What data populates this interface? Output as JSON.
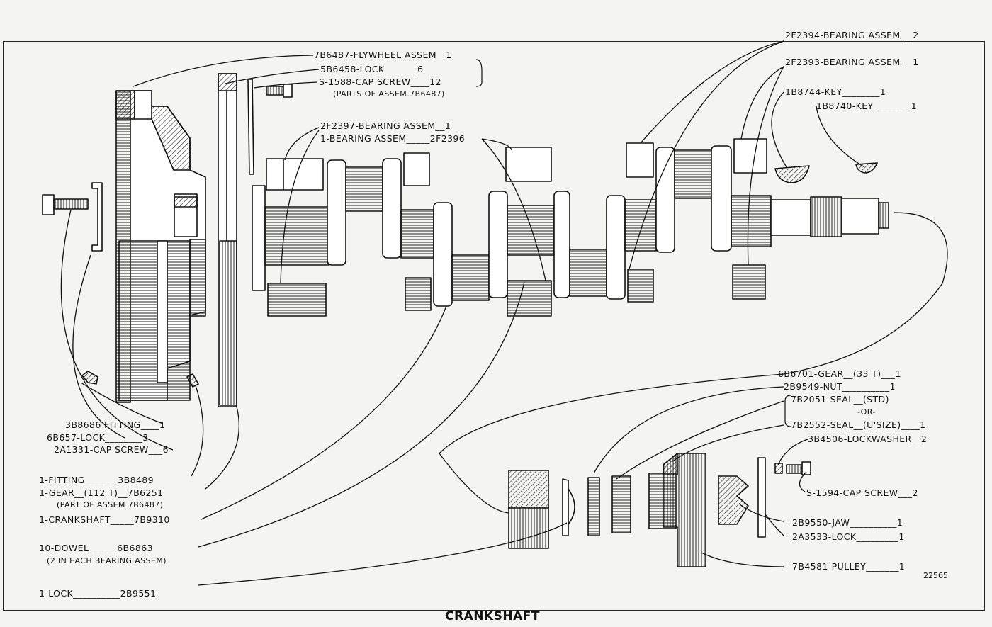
{
  "caption": "CRANKSHAFT",
  "figure_number": "22565",
  "labels": {
    "flywheel": "7B6487-FLYWHEEL ASSEM__1",
    "lock_6": "5B6458-LOCK_______6",
    "cap_screw_12": "S-1588-CAP SCREW____12",
    "parts_of_assem": "(PARTS OF ASSEM.7B6487)",
    "bearing_2f2397": "2F2397-BEARING ASSEM__1",
    "bearing_1": "1-BEARING ASSEM_____2F2396",
    "bearing_2f2394": "2F2394-BEARING ASSEM __2",
    "bearing_2f2393": "2F2393-BEARING ASSEM __1",
    "key_1b8744": "1B8744-KEY________1",
    "key_1b8740": "1B8740-KEY________1",
    "fitting_3b8686": "3B8686 FITTING____1",
    "lock_6b657": "6B657-LOCK________3",
    "cap_screw_2a1331": "2A1331-CAP SCREW___6",
    "fitting_1": "1-FITTING_______3B8489",
    "gear_1": "1-GEAR__(112 T)__7B6251",
    "part_of_assem": "(PART OF ASSEM 7B6487)",
    "crankshaft_1": "1-CRANKSHAFT_____7B9310",
    "dowel_10": "10-DOWEL______6B6863",
    "dowel_note": "(2 IN EACH BEARING ASSEM)",
    "lock_1": "1-LOCK__________2B9551",
    "gear_6b6701": "6B6701-GEAR__(33 T)___1",
    "nut_2b9549": "2B9549-NUT__________1",
    "seal_std": "7B2051-SEAL__(STD)",
    "or": "-OR-",
    "seal_usize": "7B2552-SEAL__(U'SIZE)____1",
    "lockwasher": "3B4506-LOCKWASHER__2",
    "cap_screw_s1594": "S-1594-CAP SCREW___2",
    "jaw": "2B9550-JAW__________1",
    "lock_2a3533": "2A3533-LOCK_________1",
    "pulley": "7B4581-PULLEY_______1"
  }
}
